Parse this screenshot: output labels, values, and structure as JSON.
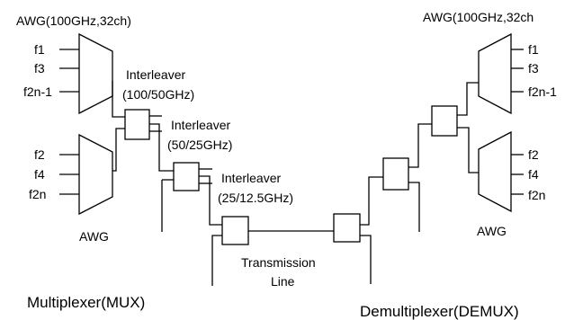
{
  "left": {
    "awg_top_title": "AWG(100GHz,32ch)",
    "awg_top_inputs": [
      "f1",
      "f3",
      "f2n-1"
    ],
    "awg_bottom_inputs": [
      "f2",
      "f4",
      "f2n"
    ],
    "awg_bottom_label": "AWG",
    "interleaver1": [
      "Interleaver",
      "(100/50GHz)"
    ],
    "interleaver2": [
      "Interleaver",
      "(50/25GHz)"
    ],
    "interleaver3": [
      "Interleaver",
      "(25/12.5GHz)"
    ],
    "caption": "Multiplexer(MUX)"
  },
  "right": {
    "awg_top_title": "AWG(100GHz,32ch",
    "awg_top_outputs": [
      "f1",
      "f3",
      "f2n-1"
    ],
    "awg_bottom_outputs": [
      "f2",
      "f4",
      "f2n"
    ],
    "awg_bottom_label": "AWG",
    "caption": "Demultiplexer(DEMUX)"
  },
  "line": [
    "Transmission",
    "Line"
  ]
}
